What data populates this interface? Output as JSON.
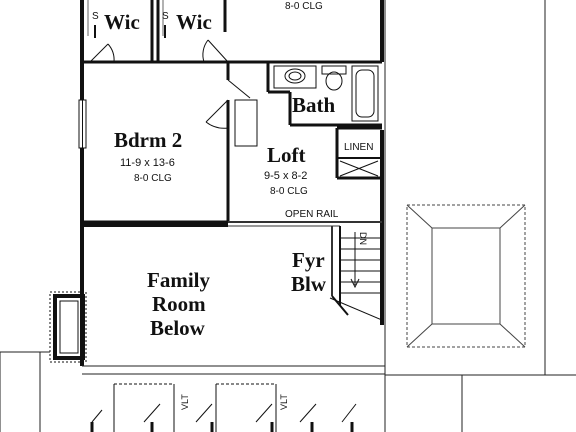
{
  "rooms": {
    "wic_left": {
      "s": "S",
      "name": "Wic"
    },
    "wic_right": {
      "s": "S",
      "name": "Wic"
    },
    "top_clg": "8-0 CLG",
    "bath": {
      "name": "Bath"
    },
    "linen": "LINEN",
    "bdrm2": {
      "name": "Bdrm 2",
      "size": "11-9 x 13-6",
      "clg": "8-0 CLG"
    },
    "loft": {
      "name": "Loft",
      "size": "9-5 x 8-2",
      "clg": "8-0 CLG"
    },
    "open_rail": "OPEN RAIL",
    "stair_dn": "DN",
    "fyr": {
      "line1": "Fyr",
      "line2": "Blw"
    },
    "family": {
      "line1": "Family",
      "line2": "Room",
      "line3": "Below"
    },
    "vlt_left": "VLT",
    "vlt_right": "VLT"
  }
}
